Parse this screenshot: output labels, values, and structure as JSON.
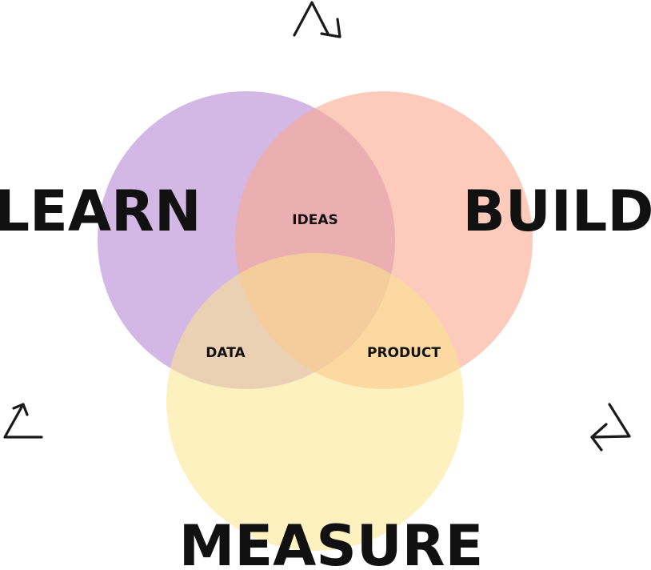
{
  "circles": {
    "learn": {
      "color": "#b689d4",
      "opacity": 0.6
    },
    "build": {
      "color": "#fca88f",
      "opacity": 0.6
    },
    "measure": {
      "color": "#fde58c",
      "opacity": 0.55
    }
  },
  "labels": {
    "learn": "LEARN",
    "build": "BUILD",
    "measure": "MEASURE",
    "ideas": "IDEAS",
    "data": "DATA",
    "product": "PRODUCT"
  },
  "arrows": {
    "top": "clockwise-arrow-icon",
    "right": "clockwise-arrow-icon",
    "left": "clockwise-arrow-icon"
  }
}
